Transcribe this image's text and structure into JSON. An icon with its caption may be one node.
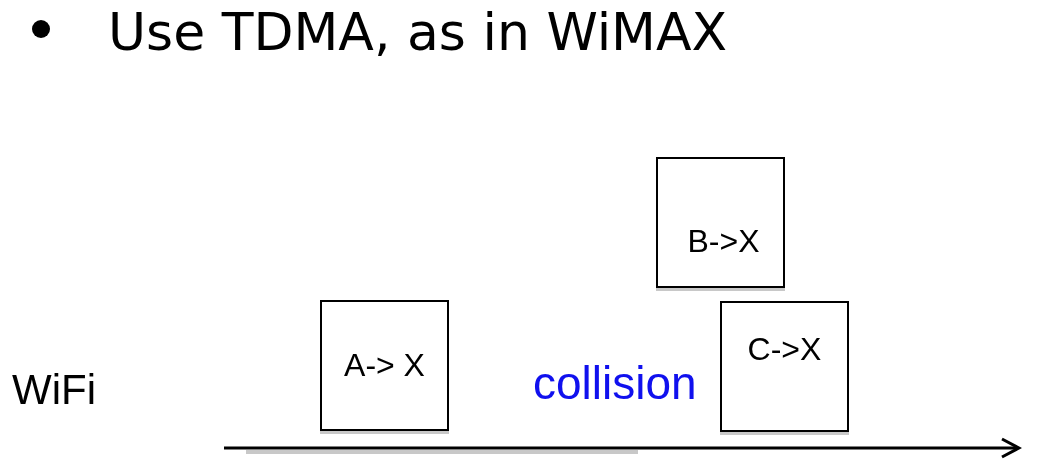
{
  "diagram": {
    "title": "Use TDMA, as in WiMAX",
    "nodes": [
      {
        "text": [
          "A-> X"
        ]
      },
      {
        "text": [
          "B->X"
        ]
      },
      {
        "text": [
          "C->X"
        ]
      }
    ],
    "edges": [],
    "labels": [
      "WiFi",
      "collision"
    ]
  }
}
